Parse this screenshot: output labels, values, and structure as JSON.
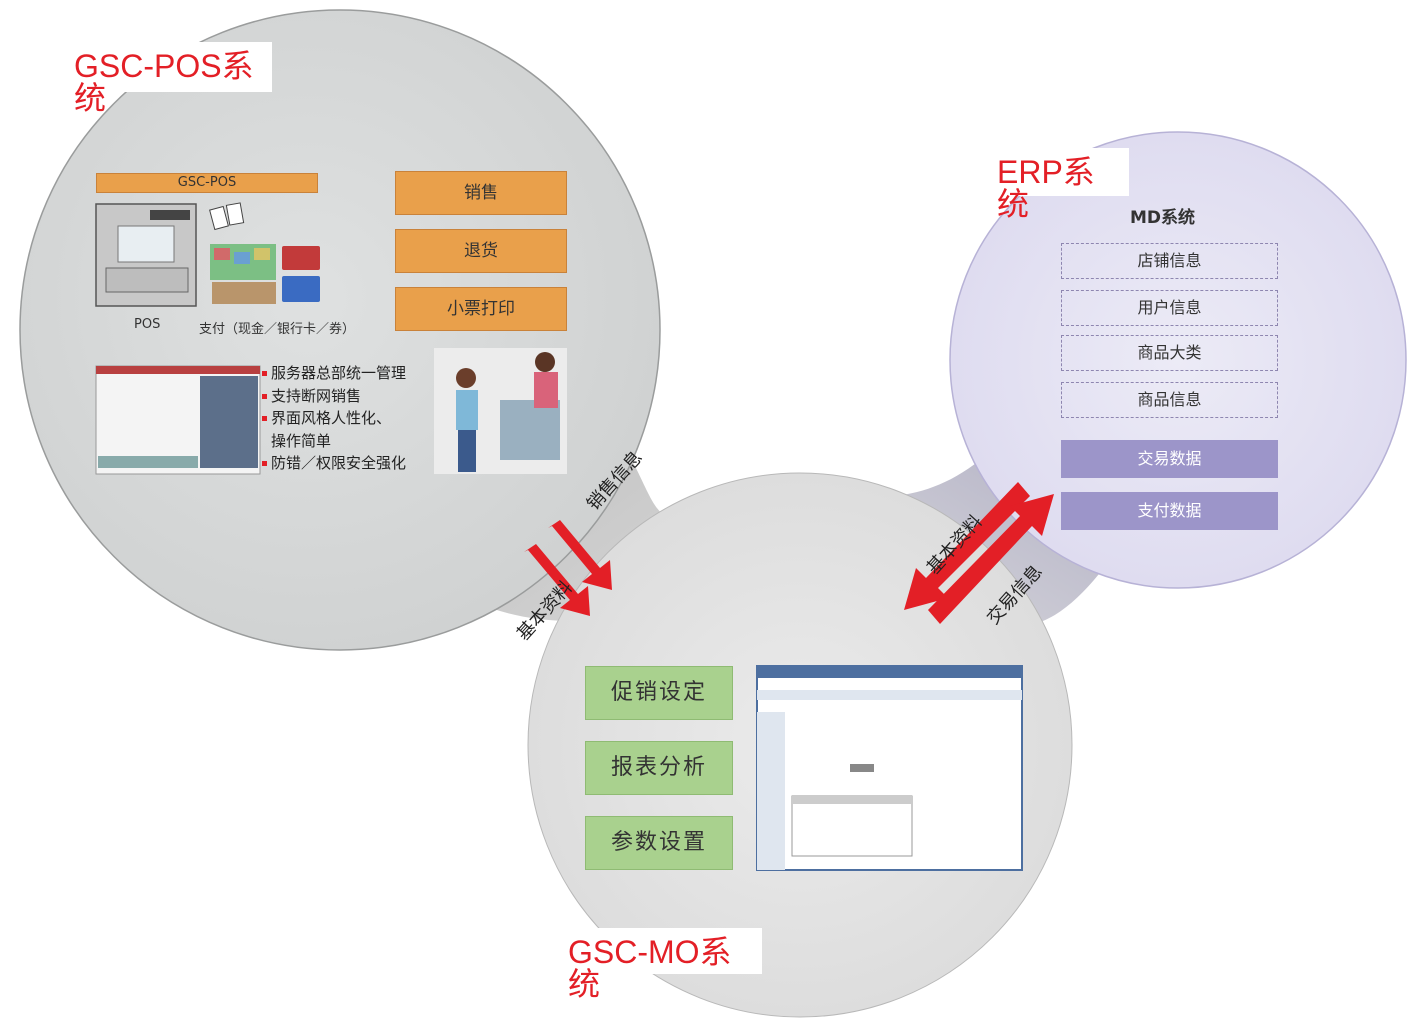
{
  "pos_system": {
    "title": "GSC-POS系统",
    "header_bar": "GSC-POS",
    "pos_label": "POS",
    "payment_label": "支付（现金／银行卡／券）",
    "actions": [
      "销售",
      "退货",
      "小票打印"
    ],
    "features": [
      "服务器总部统一管理",
      "支持断网销售",
      "界面风格人性化、",
      "操作简单",
      "防错／权限安全强化"
    ]
  },
  "erp_system": {
    "title": "ERP系统",
    "md_title": "MD系统",
    "md_items": [
      "店铺信息",
      "用户信息",
      "商品大类",
      "商品信息"
    ],
    "data_items": [
      "交易数据",
      "支付数据"
    ]
  },
  "mo_system": {
    "title": "GSC-MO系统",
    "buttons": [
      "促销设定",
      "报表分析",
      "参数设置"
    ]
  },
  "flows": {
    "pos_to_mo": "销售信息",
    "mo_to_pos": "基本资料",
    "erp_to_mo": "基本资料",
    "mo_to_erp": "交易信息"
  },
  "colors": {
    "title_red": "#e31f26",
    "arrow_red": "#e31f26",
    "pos_circle": "#d6d8d8",
    "mo_circle": "#e4e4e4",
    "erp_circle": "#e6e3f3",
    "orange": "#e9a04b",
    "green": "#a9d18e",
    "purple": "#9c95c9"
  }
}
